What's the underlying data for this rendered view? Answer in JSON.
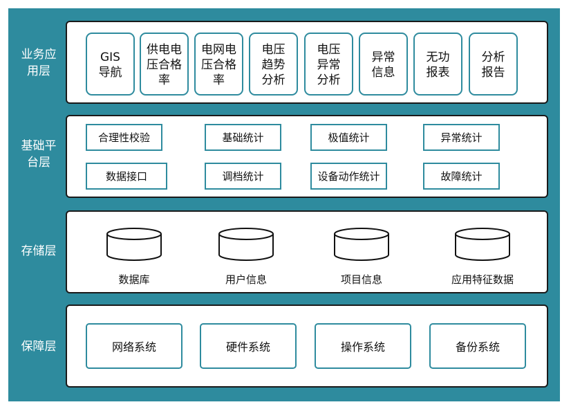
{
  "layers": {
    "application": {
      "label_lines": [
        "业务应",
        "用层"
      ],
      "modules": [
        {
          "lines": [
            "GIS",
            "导航"
          ]
        },
        {
          "lines": [
            "供电电",
            "压合格",
            "率"
          ]
        },
        {
          "lines": [
            "电网电",
            "压合格",
            "率"
          ]
        },
        {
          "lines": [
            "电压",
            "趋势",
            "分析"
          ]
        },
        {
          "lines": [
            "电压",
            "异常",
            "分析"
          ]
        },
        {
          "lines": [
            "异常",
            "信息"
          ]
        },
        {
          "lines": [
            "无功",
            "报表"
          ]
        },
        {
          "lines": [
            "分析",
            "报告"
          ]
        }
      ]
    },
    "platform": {
      "label_lines": [
        "基础平",
        "台层"
      ],
      "modules": [
        "合理性校验",
        "基础统计",
        "极值统计",
        "异常统计",
        "数据接口",
        "调档统计",
        "设备动作统计",
        "故障统计"
      ]
    },
    "storage": {
      "label": "存储层",
      "databases": [
        "数据库",
        "用户信息",
        "项目信息",
        "应用特征数据"
      ]
    },
    "security": {
      "label": "保障层",
      "modules": [
        "网络系统",
        "硬件系统",
        "操作系统",
        "备份系统"
      ]
    }
  },
  "colors": {
    "frame": "#2e8b9e",
    "module_border": "#2e8b9e",
    "panel_border": "#1a1a1a"
  }
}
